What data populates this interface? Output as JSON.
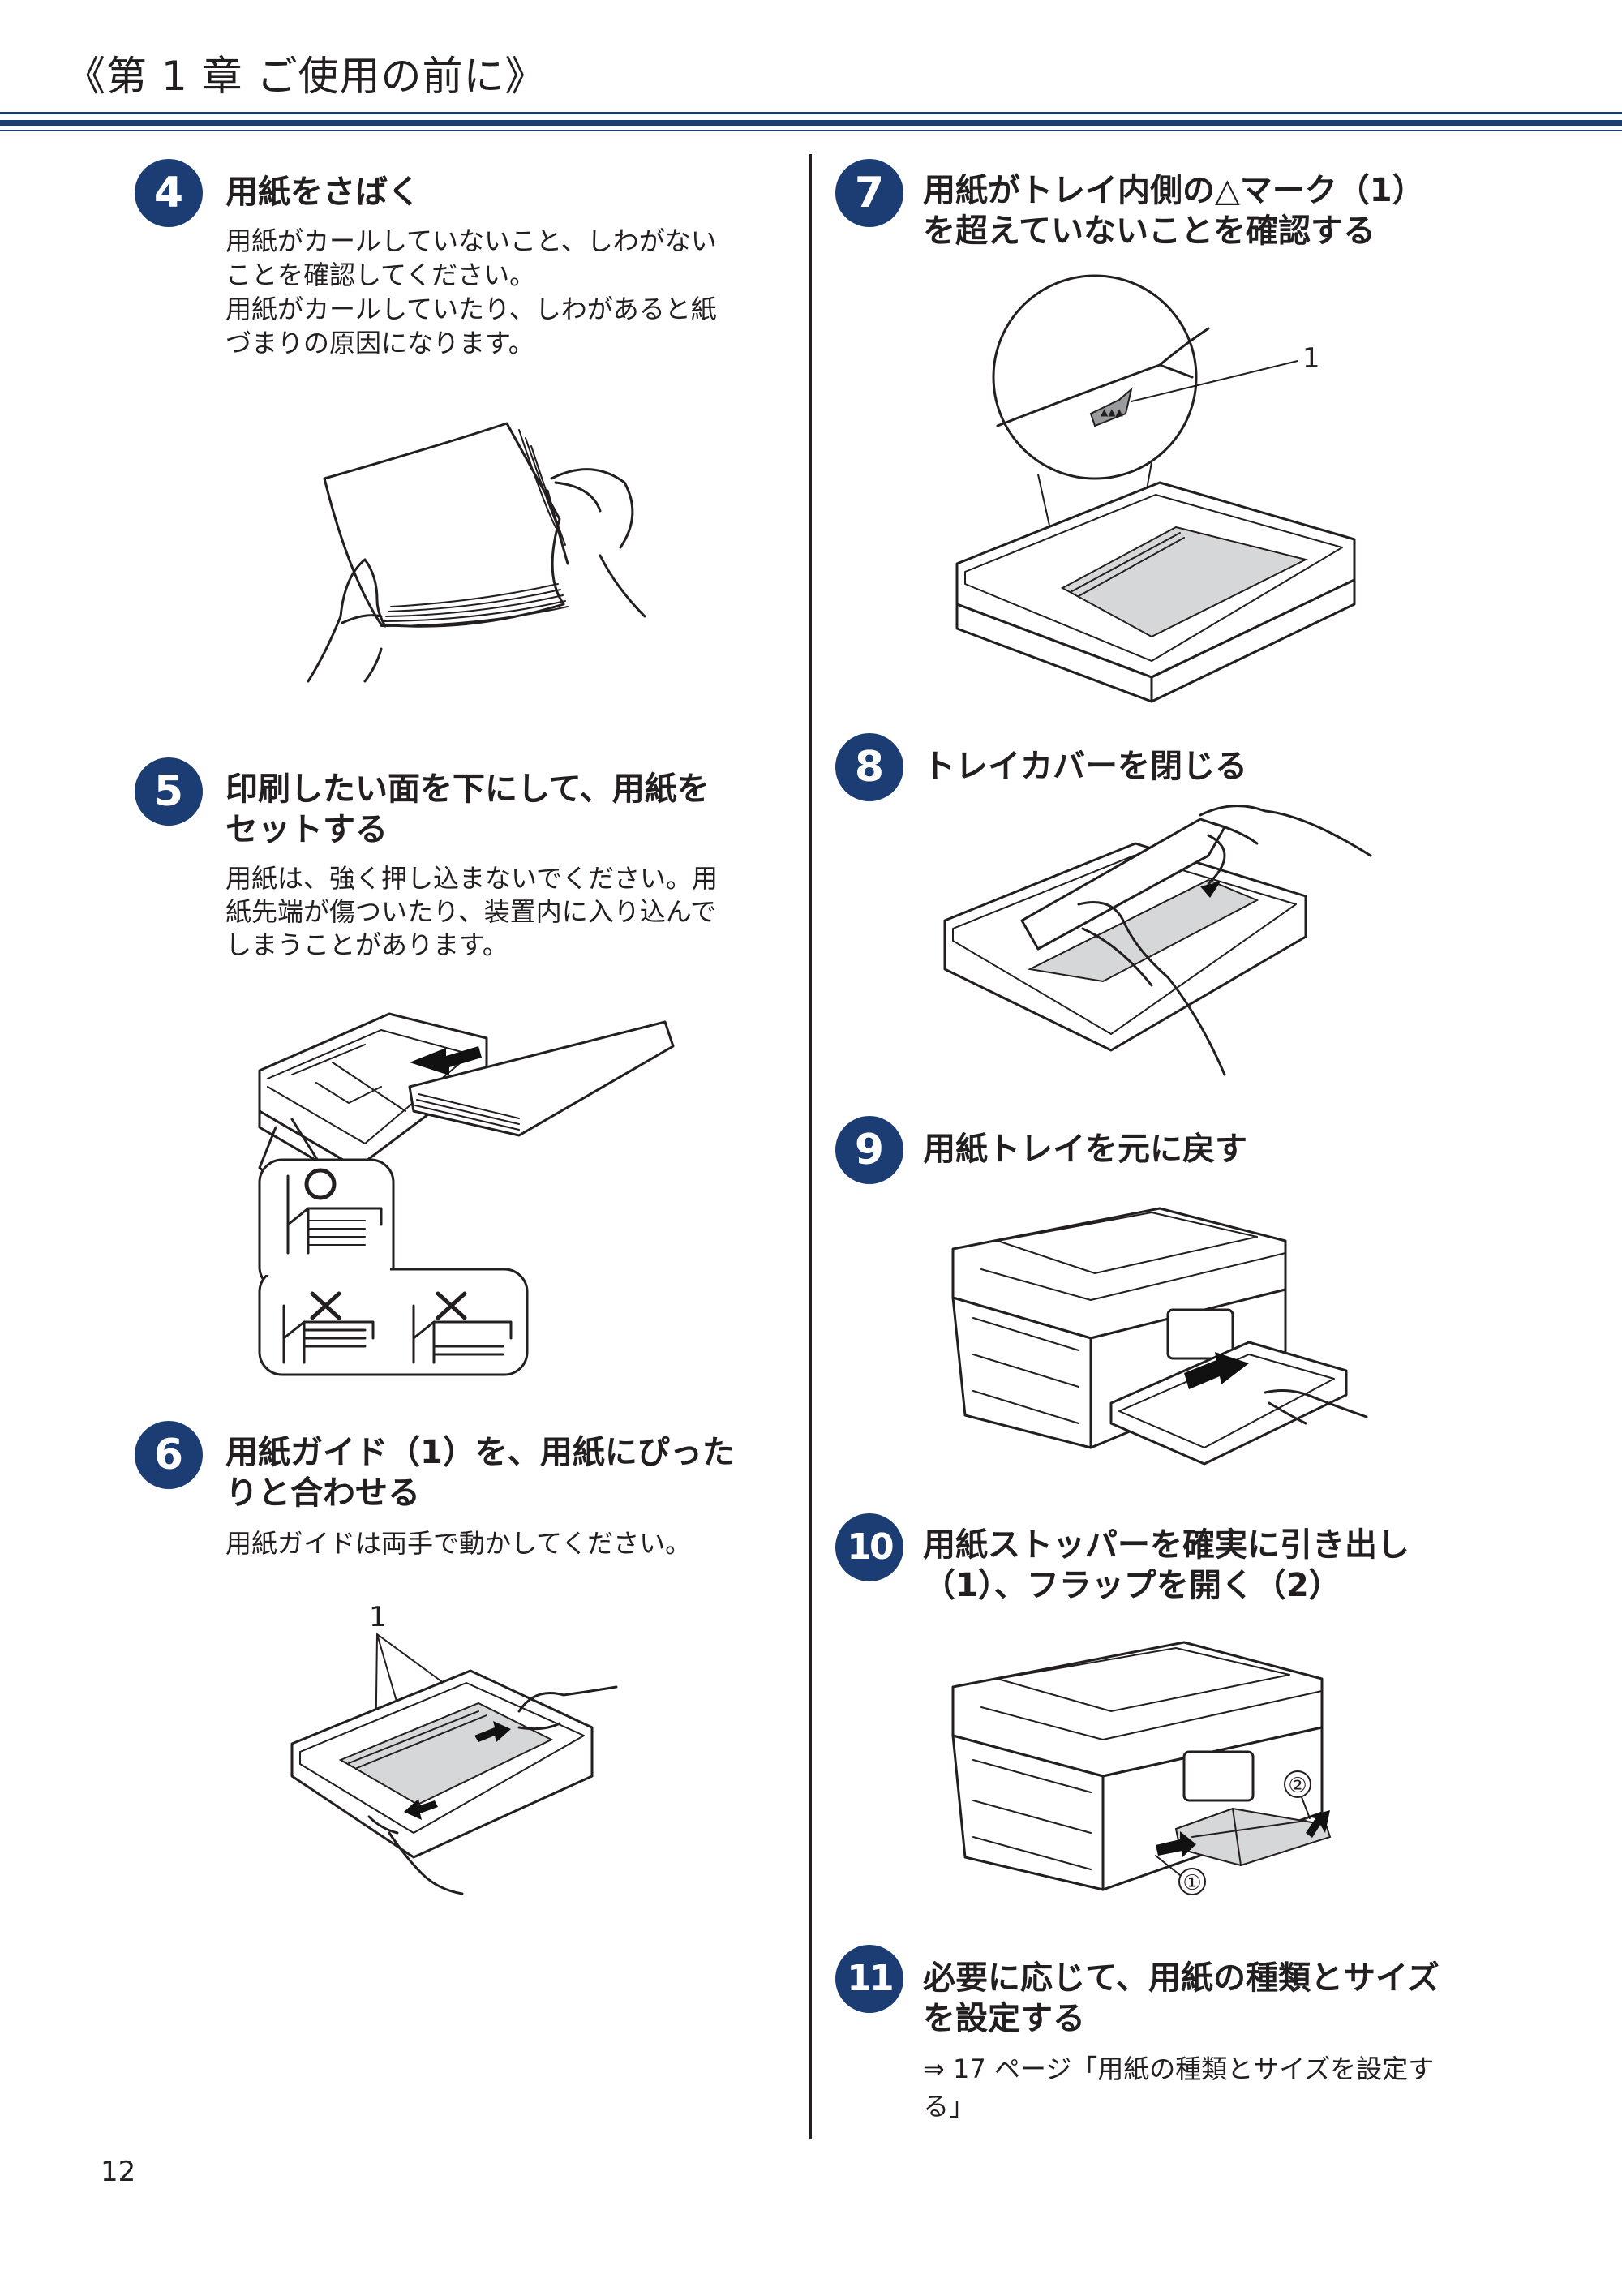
{
  "header": {
    "chapter_title": "《第 1 章 ご使用の前に》",
    "rule_color": "#1b3d73"
  },
  "badge_color": "#1b3d73",
  "steps": [
    {
      "number": "4",
      "title_lines": [
        "用紙をさばく"
      ],
      "body_lines": [
        "用紙がカールしていないこと、しわがない",
        "ことを確認してください。",
        "用紙がカールしていたり、しわがあると紙",
        "づまりの原因になります。"
      ],
      "illustration_icon": "fanning-paper-illustration"
    },
    {
      "number": "5",
      "title_lines": [
        "印刷したい面を下にして、用紙を",
        "セットする"
      ],
      "body_lines": [
        "用紙は、強く押し込まないでください。用",
        "紙先端が傷ついたり、装置内に入り込んで",
        "しまうことがあります。"
      ],
      "illustration_icon": "load-paper-tray-illustration",
      "marks": {
        "ok": "○",
        "ng": "×"
      }
    },
    {
      "number": "6",
      "title_lines": [
        "用紙ガイド（1）を、用紙にぴった",
        "りと合わせる"
      ],
      "body_lines": [
        "用紙ガイドは両手で動かしてください。"
      ],
      "illustration_icon": "adjust-paper-guide-illustration",
      "callouts": [
        "1"
      ]
    },
    {
      "number": "7",
      "title_lines": [
        "用紙がトレイ内側の△マーク（1）",
        "を超えていないことを確認する"
      ],
      "body_lines": [],
      "illustration_icon": "max-paper-mark-illustration",
      "callouts": [
        "1"
      ]
    },
    {
      "number": "8",
      "title_lines": [
        "トレイカバーを閉じる"
      ],
      "body_lines": [],
      "illustration_icon": "close-tray-cover-illustration"
    },
    {
      "number": "9",
      "title_lines": [
        "用紙トレイを元に戻す"
      ],
      "body_lines": [],
      "illustration_icon": "insert-paper-tray-illustration"
    },
    {
      "number": "10",
      "title_lines": [
        "用紙ストッパーを確実に引き出し",
        "（1）、フラップを開く（2）"
      ],
      "body_lines": [],
      "illustration_icon": "pull-out-paper-support-illustration",
      "callouts": [
        "①",
        "②"
      ]
    },
    {
      "number": "11",
      "title_lines": [
        "必要に応じて、用紙の種類とサイズ",
        "を設定する"
      ],
      "body_lines": [
        "⇒ 17 ページ「用紙の種類とサイズを設定す",
        "る」"
      ],
      "illustration_icon": ""
    }
  ],
  "footer": {
    "page_number": "12"
  }
}
